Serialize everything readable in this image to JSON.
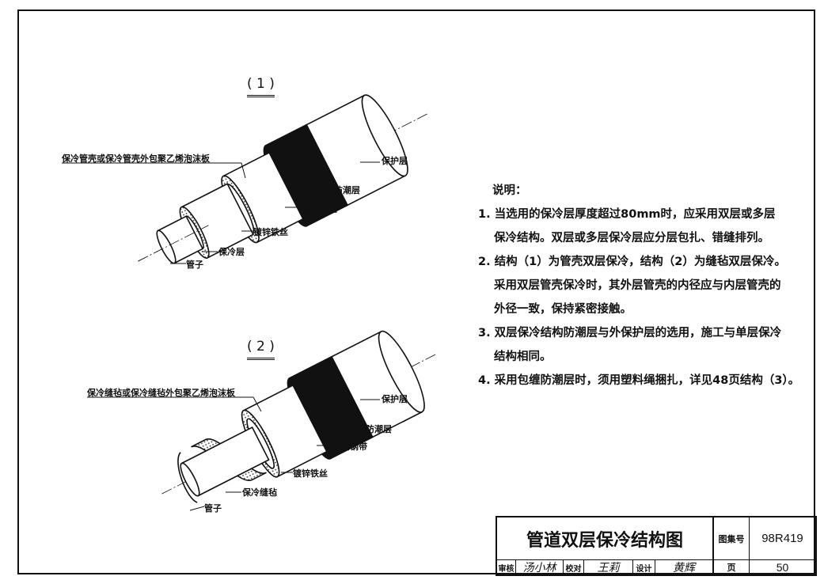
{
  "figure1": {
    "label": "( 1 )",
    "callouts": {
      "outer_insulation": "保冷管壳或保冷管壳外包聚乙烯泡沫板",
      "protective": "保护层",
      "moisture": "防潮层",
      "wire_outer": "镀锌铁丝",
      "wire_inner": "镀锌铁丝",
      "insulation": "保冷层",
      "pipe": "管子"
    }
  },
  "figure2": {
    "label": "( 2 )",
    "callouts": {
      "outer_insulation": "保冷缝毡或保冷缝毡外包聚乙烯泡沫板",
      "protective": "保护层",
      "moisture": "防潮层",
      "steel_band": "不锈钢带",
      "wire": "镀锌铁丝",
      "felt": "保冷缝毡",
      "pipe": "管子"
    }
  },
  "notes": {
    "heading": "说明：",
    "items": [
      {
        "l1": "1. 当选用的保冷层厚度超过80mm时，应采用双层或多层",
        "l2": "保冷结构。双层或多层保冷层应分层包扎、错缝排列。"
      },
      {
        "l1": "2. 结构（1）为管壳双层保冷，结构（2）为缝毡双层保冷。",
        "l2": "采用双层管壳保冷时，其外层管壳的内径应与内层管壳的",
        "l3": "外径一致，保持紧密接触。"
      },
      {
        "l1": "3. 双层保冷结构防潮层与外保护层的选用，施工与单层保冷",
        "l2": "结构相同。"
      },
      {
        "l1": "4. 采用包缠防潮层时，须用塑料绳捆扎，详见48页结构（3）。"
      }
    ]
  },
  "title_block": {
    "title": "管道双层保冷结构图",
    "atlas_label": "图集号",
    "atlas_no": "98R419",
    "review_label": "审核",
    "review_sig": "汤小林",
    "check_label": "校对",
    "check_sig": "王莉",
    "design_label": "设计",
    "design_sig": "黄辉",
    "page_label": "页",
    "page_no": "50"
  }
}
